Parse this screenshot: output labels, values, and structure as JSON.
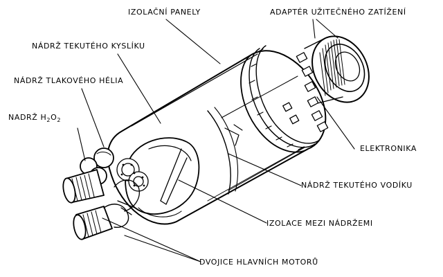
{
  "labels": {
    "insulation_panels": "IZOLAČNÍ PANELY",
    "payload_adapter": "ADAPTÉR UŽITEČNÉHO ZATÍŽENÍ",
    "lox_tank": "NÁDRŽ TEKUTÉHO KYSLÍKU",
    "helium_tank": "NÁDRŽ TLAKOVÉHO HÉLIA",
    "h2o2_tank_prefix": "NADRŽ H",
    "h2o2_sub1": "2",
    "h2o2_mid": "O",
    "h2o2_sub2": "2",
    "electronics": "ELEKTRONIKA",
    "lh2_tank": "NÁDRŽ TEKUTÉHO VODÍKU",
    "intertank_insulation": "IZOLACE MEZI NÁDRŽEMI",
    "main_engines": "DVOJICE HLAVNÍCH MOTORŮ"
  },
  "colors": {
    "ink": "#000000",
    "paper": "#ffffff"
  }
}
